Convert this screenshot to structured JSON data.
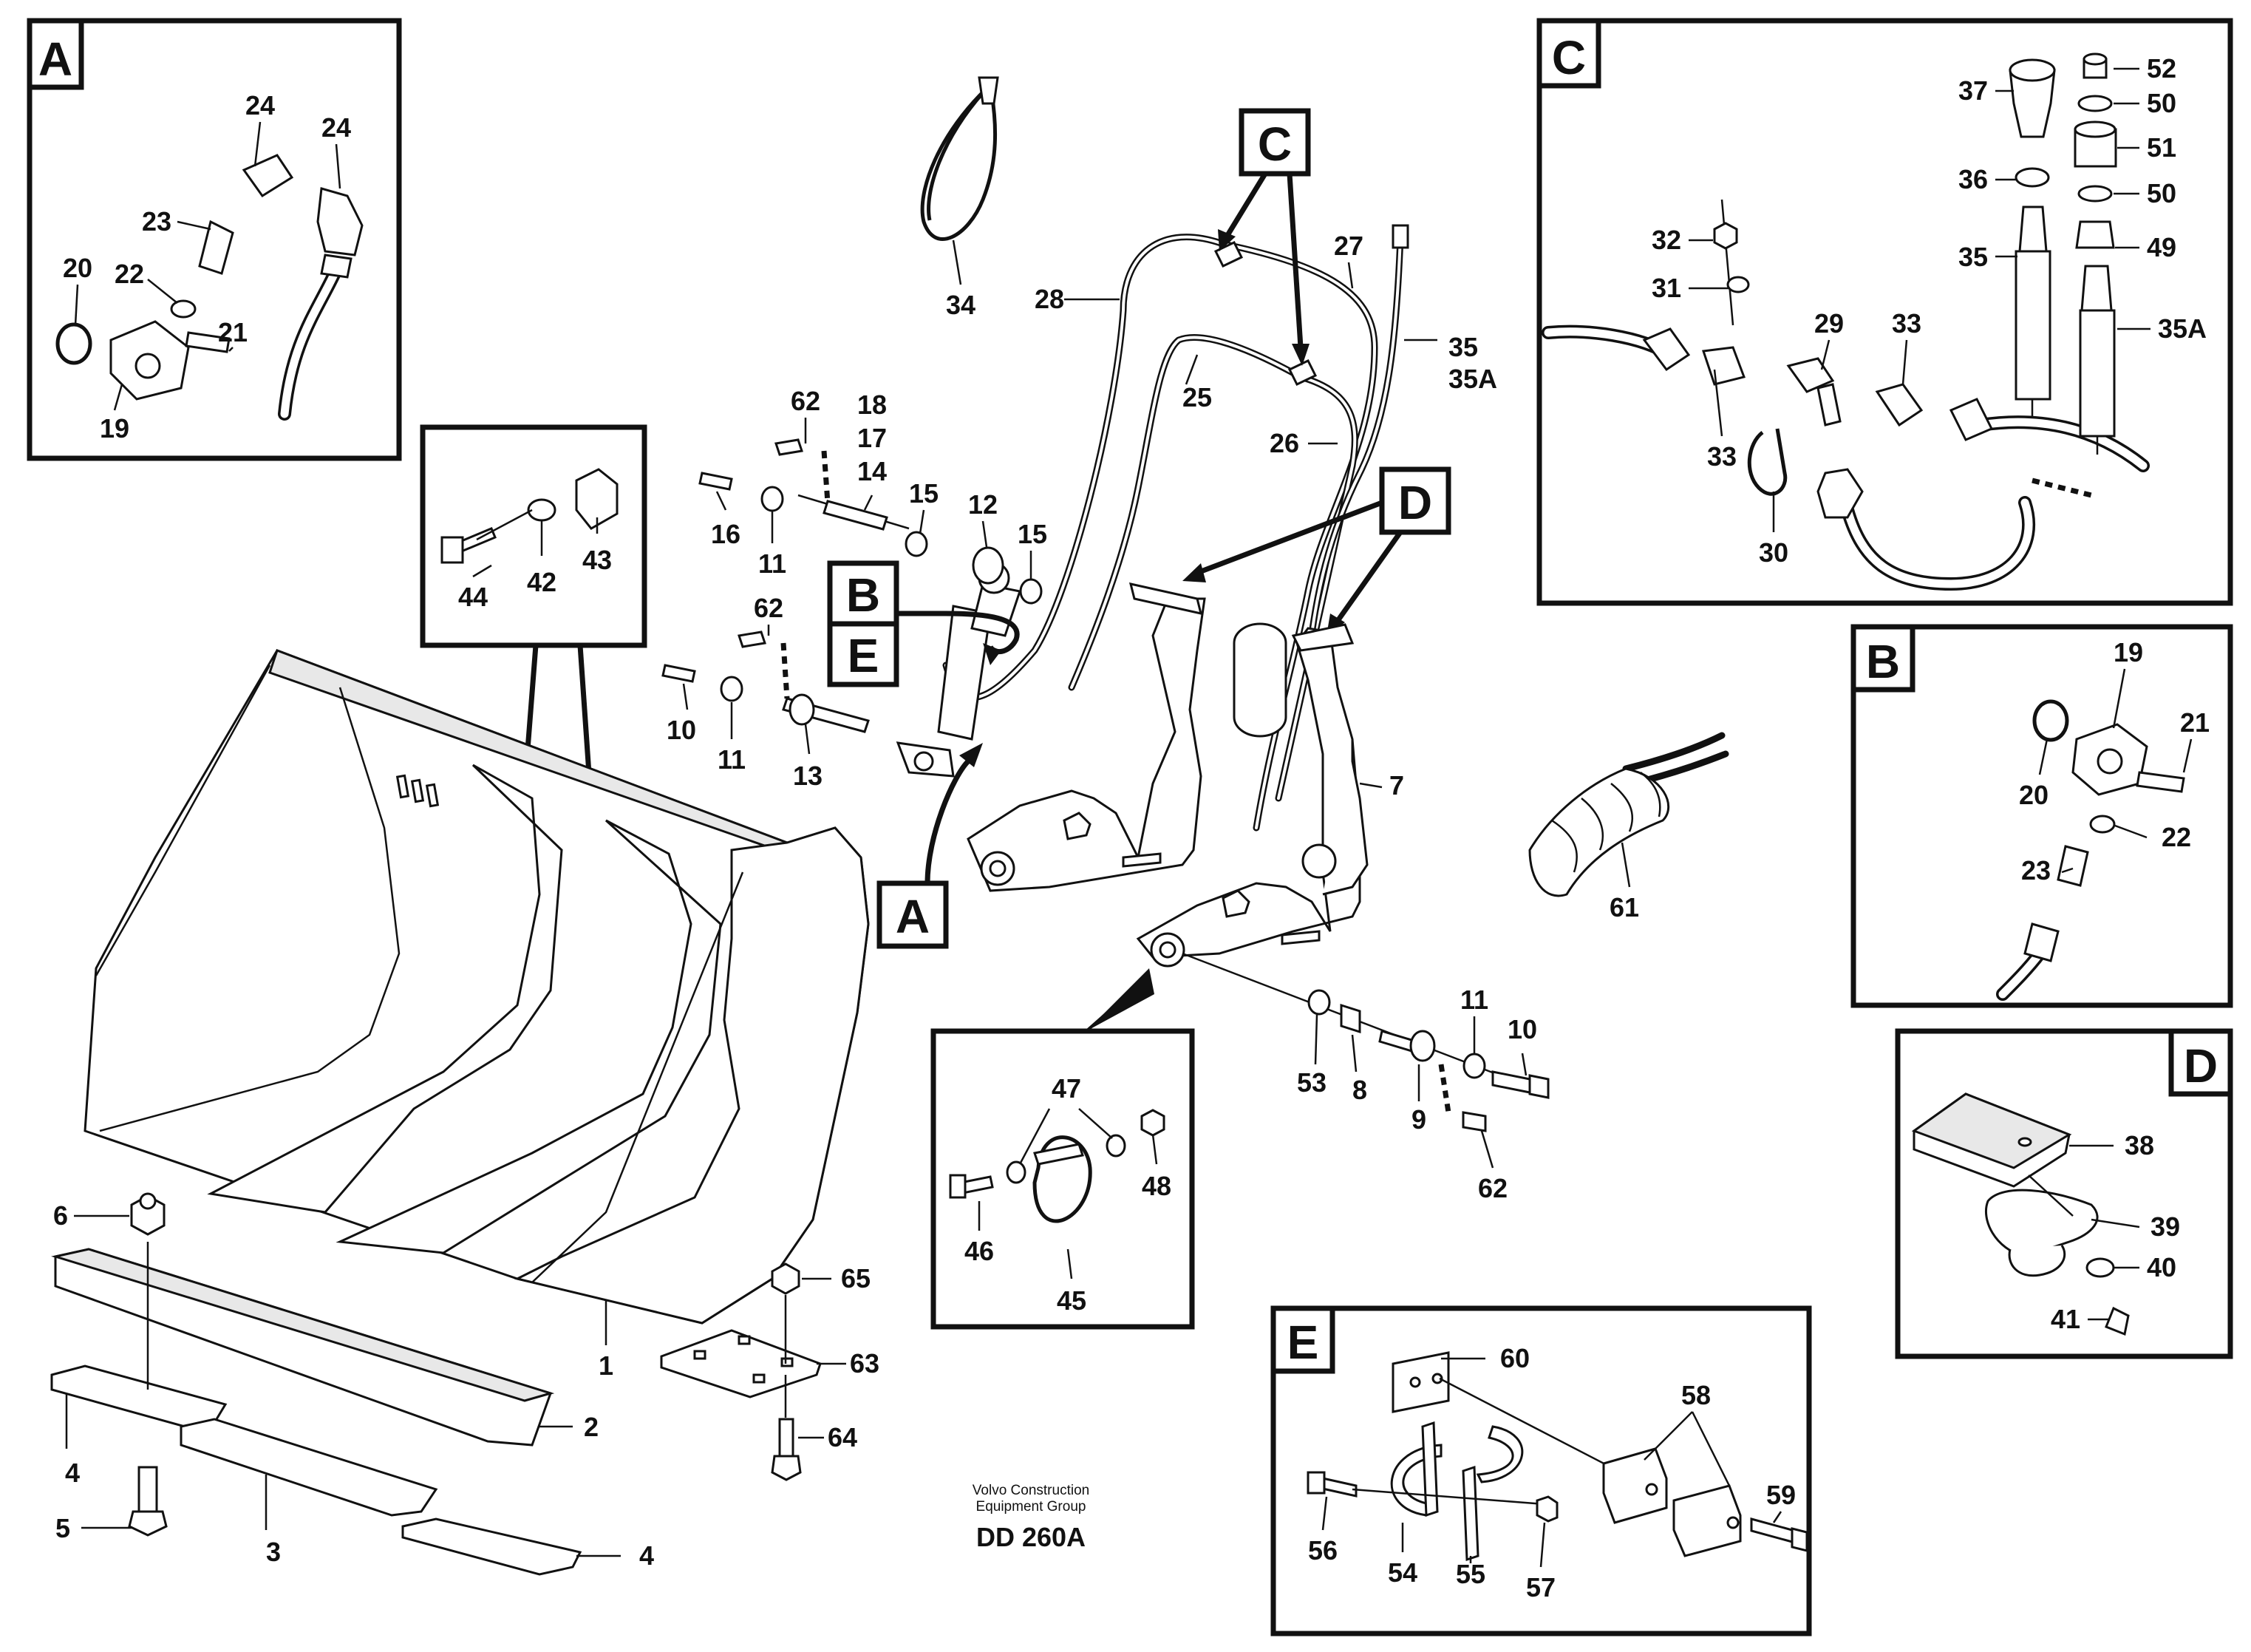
{
  "credit": {
    "line1": "Volvo Construction",
    "line2": "Equipment Group",
    "code": "DD 260A"
  },
  "detail_letters": {
    "A": "A",
    "B": "B",
    "C": "C",
    "D": "D",
    "E": "E"
  },
  "labels": {
    "l1": "1",
    "l2": "2",
    "l3": "3",
    "l4a": "4",
    "l4b": "4",
    "l5": "5",
    "l6": "6",
    "l7": "7",
    "l8": "8",
    "l9": "9",
    "l10a": "10",
    "l10b": "10",
    "l11a": "11",
    "l11b": "11",
    "l11c": "11",
    "l12": "12",
    "l13": "13",
    "l14": "14",
    "l15a": "15",
    "l15b": "15",
    "l16": "16",
    "l17": "17",
    "l18": "18",
    "l19a": "19",
    "l19b": "19",
    "l20a": "20",
    "l20b": "20",
    "l21a": "21",
    "l21b": "21",
    "l22a": "22",
    "l22b": "22",
    "l23a": "23",
    "l23b": "23",
    "l24a": "24",
    "l24b": "24",
    "l25": "25",
    "l26": "26",
    "l27": "27",
    "l28": "28",
    "l29": "29",
    "l30": "30",
    "l31": "31",
    "l32": "32",
    "l33a": "33",
    "l33b": "33",
    "l34": "34",
    "l35a": "35",
    "l35b": "35",
    "l35Aa": "35A",
    "l35Ab": "35A",
    "l36": "36",
    "l37": "37",
    "l38": "38",
    "l39": "39",
    "l40": "40",
    "l41": "41",
    "l42": "42",
    "l43": "43",
    "l44": "44",
    "l45": "45",
    "l46": "46",
    "l47": "47",
    "l48": "48",
    "l49": "49",
    "l50a": "50",
    "l50b": "50",
    "l51": "51",
    "l52": "52",
    "l53": "53",
    "l54": "54",
    "l55": "55",
    "l56": "56",
    "l57": "57",
    "l58": "58",
    "l59": "59",
    "l60": "60",
    "l61": "61",
    "l62a": "62",
    "l62b": "62",
    "l62c": "62",
    "l63": "63",
    "l64": "64",
    "l65": "65"
  }
}
